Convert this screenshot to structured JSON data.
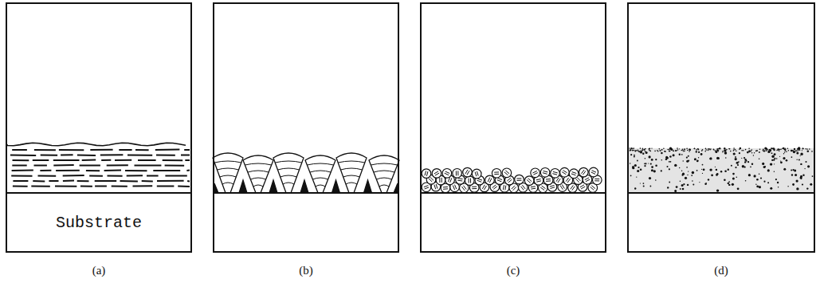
{
  "diagram": {
    "nodes": [
      {
        "text": [
          "Substrate"
        ]
      }
    ],
    "labels": [
      "(a)",
      "(b)",
      "(c)",
      "(d)"
    ]
  }
}
